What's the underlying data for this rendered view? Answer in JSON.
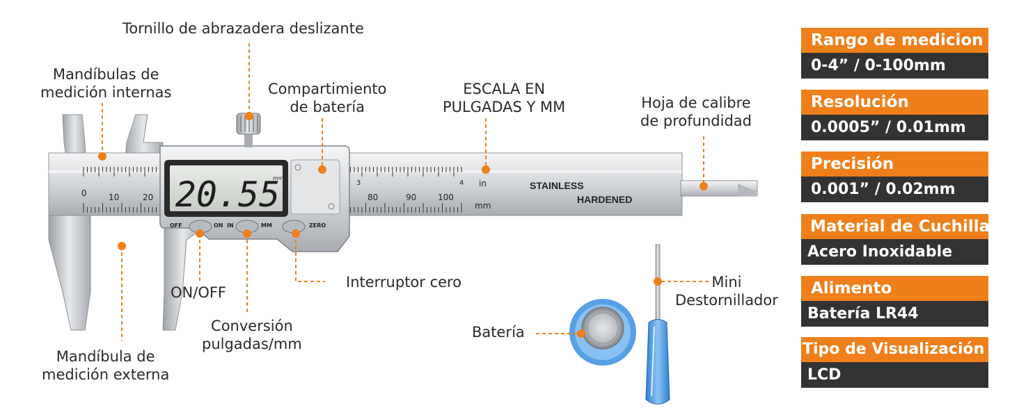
{
  "colors": {
    "accent": "#ef7f1a",
    "dark": "#333333",
    "steel": "#cfd3d6"
  },
  "labels": {
    "clamp_screw": "Tornillo de abrazadera deslizante",
    "inner_jaws_1": "Mandíbulas de",
    "inner_jaws_2": "medición internas",
    "battery_comp_1": "Compartimiento",
    "battery_comp_2": "de batería",
    "scale_1": "ESCALA EN",
    "scale_2": "PULGADAS Y MM",
    "depth_1": "Hoja de calibre",
    "depth_2": "de profundidad",
    "zero_switch": "Interruptor cero",
    "on_off": "ON/OFF",
    "conversion_1": "Conversión",
    "conversion_2": "pulgadas/mm",
    "outer_jaw_1": "Mandíbula de",
    "outer_jaw_2": "medición externa",
    "battery": "Batería",
    "mini_1": "Mini",
    "mini_2": "Destornillador"
  },
  "caliper": {
    "display": "20.55",
    "display_unit": "mm",
    "btn_off": "OFF",
    "btn_on": "ON",
    "btn_in": "IN",
    "btn_mm": "MM",
    "btn_zero": "ZERO",
    "stainless": "STAINLESS",
    "hardened": "HARDENED",
    "scale_in": "in",
    "scale_mm": "mm",
    "jaw_scale": [
      "0",
      "10",
      "20"
    ],
    "beam_scale": [
      "80",
      "90",
      "100"
    ],
    "beam_inch": [
      "3",
      "4"
    ]
  },
  "specs": [
    {
      "title": "Rango de medicion",
      "value": "0-4” / 0-100mm"
    },
    {
      "title": "Resolución",
      "value": "0.0005” / 0.01mm"
    },
    {
      "title": "Precisión",
      "value": "0.001” / 0.02mm"
    },
    {
      "title": "Material de Cuchilla",
      "value": "Acero Inoxidable"
    },
    {
      "title": "Alimento",
      "value": "Batería LR44"
    },
    {
      "title": "Tipo de Visualización",
      "value": "LCD"
    }
  ]
}
